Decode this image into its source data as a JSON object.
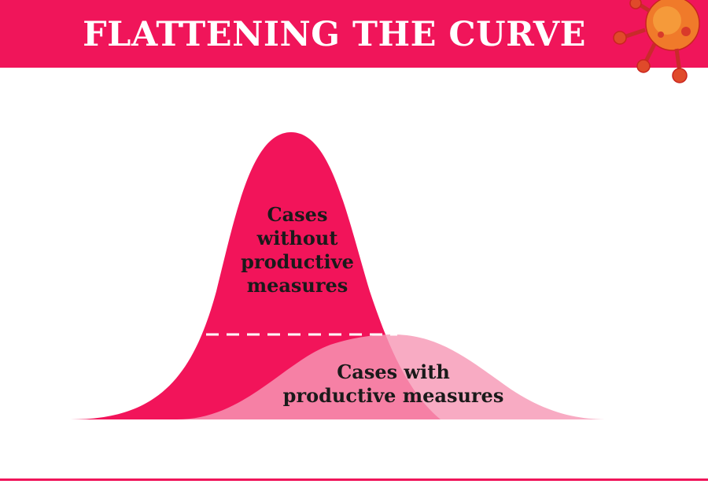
{
  "header": {
    "title": "FLATTENING THE CURVE"
  },
  "icons": {
    "corner": "virus-icon"
  },
  "colors": {
    "brand": "#f0155a",
    "curve_without": "#f2145a",
    "curve_with": "#f799b6",
    "text": "#1a1a1a"
  },
  "labels": {
    "without_lines": [
      "Cases",
      "without",
      "productive",
      "measures"
    ],
    "with_lines": [
      "Cases with",
      "productive measures"
    ]
  }
}
